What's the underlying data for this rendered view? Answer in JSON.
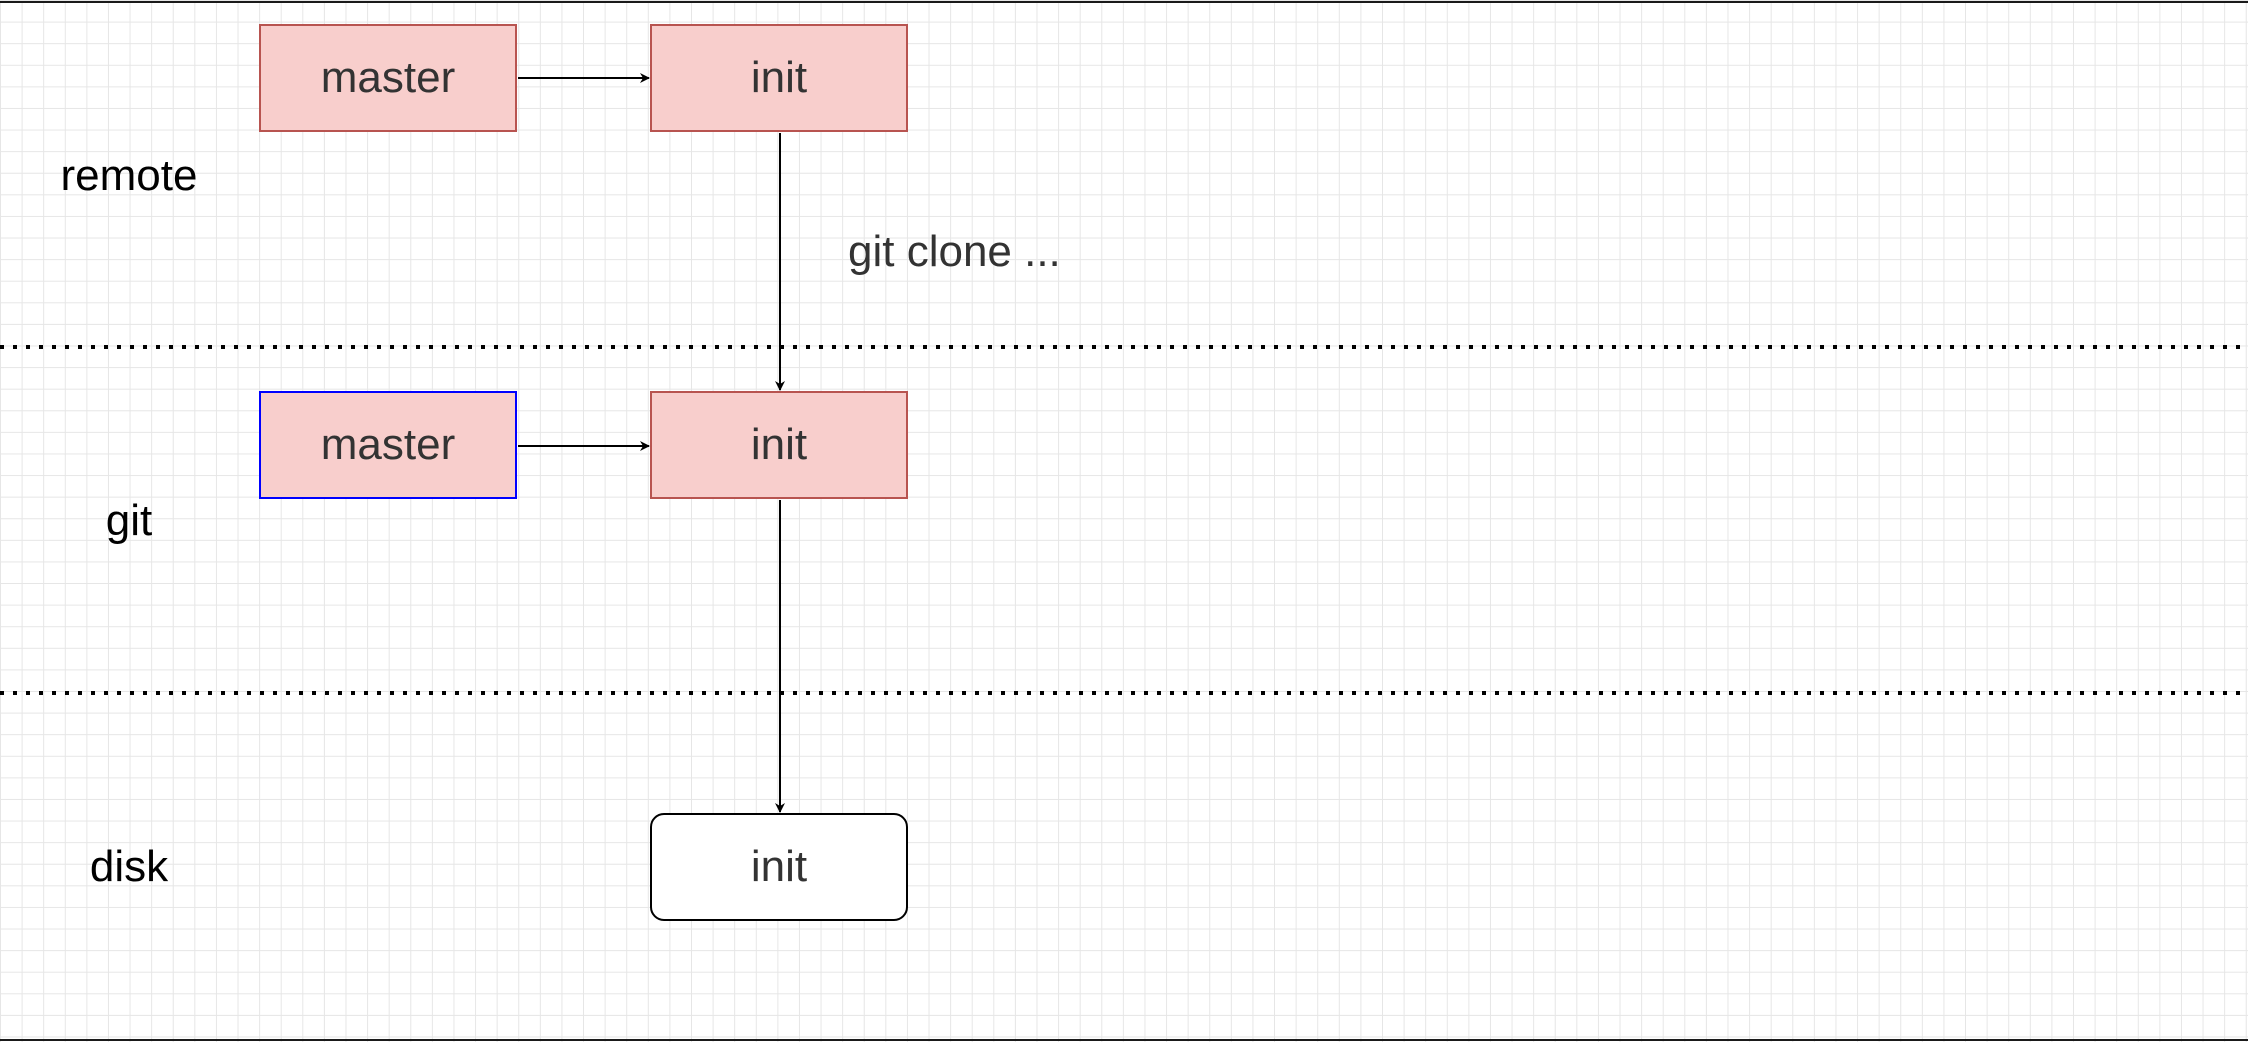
{
  "lanes": {
    "remote": "remote",
    "git": "git",
    "disk": "disk"
  },
  "remote_lane": {
    "branch_label": "master",
    "commit_label": "init"
  },
  "git_lane": {
    "branch_label": "master",
    "commit_label": "init"
  },
  "disk_lane": {
    "file_label": "init"
  },
  "edges": {
    "clone_label": "git clone ..."
  },
  "colors": {
    "commit_fill": "#f8cecc",
    "commit_stroke": "#b85450",
    "local_branch_stroke": "#0000ff",
    "separator": "#000000",
    "grid": "#e6e6e6"
  }
}
